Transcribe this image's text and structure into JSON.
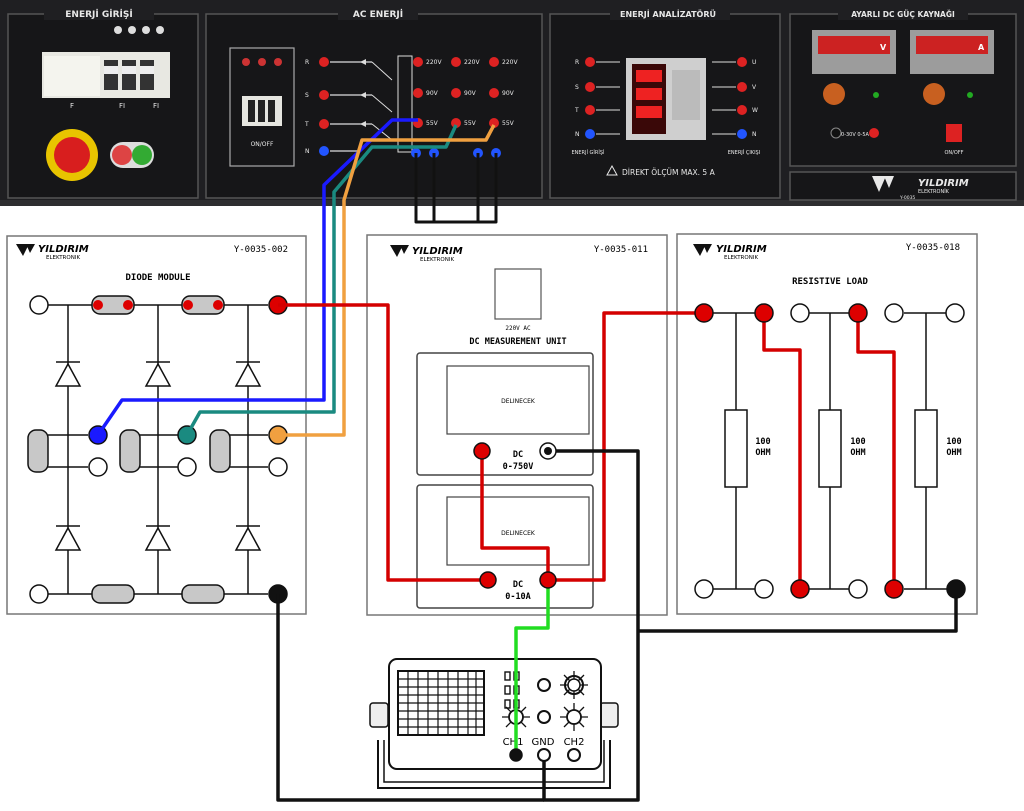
{
  "top_panel": {
    "energy_input": {
      "title": "ENERJİ GİRİŞİ",
      "labels": [
        "F",
        "FI",
        "FI"
      ]
    },
    "ac_energy": {
      "title": "AC ENERJİ",
      "switch_label": "ON/OFF",
      "phases": [
        "R",
        "S",
        "T",
        "N"
      ],
      "voltages": [
        [
          "220V",
          "220V",
          "220V"
        ],
        [
          "90V",
          "90V",
          "90V"
        ],
        [
          "55V",
          "55V",
          "55V"
        ]
      ]
    },
    "analyzer": {
      "title": "ENERJİ ANALİZATÖRÜ",
      "left_labels": [
        "R",
        "S",
        "T",
        "N"
      ],
      "right_labels": [
        "U",
        "V",
        "W",
        "N"
      ],
      "left_caption": "ENERJİ GİRİŞİ",
      "right_caption": "ENERJİ ÇIKIŞI",
      "warning": "DİREKT ÖLÇÜM MAX. 5 A"
    },
    "dc_supply": {
      "title": "AYARLI DC GÜÇ KAYNAĞI",
      "meter_v": "V",
      "meter_a": "A",
      "range": "0-30V 0-5A",
      "switch_label": "ON/OFF",
      "brand": "YILDIRIM",
      "brand_sub": "ELEKTRONİK",
      "model": "Y-0035"
    }
  },
  "modules": {
    "diode": {
      "brand": "YILDIRIM",
      "brand_sub": "ELEKTRONIK",
      "code": "Y-0035-002",
      "title": "DIODE MODULE"
    },
    "dc_meter": {
      "brand": "YILDIRIM",
      "brand_sub": "ELEKTRONIK",
      "code": "Y-0035-011",
      "supply_label": "220V AC",
      "title": "DC MEASUREMENT UNIT",
      "display1": "DELINECEK",
      "display2": "DELINECEK",
      "meter1_label": "DC",
      "meter1_range": "0-750V",
      "meter2_label": "DC",
      "meter2_range": "0-10A"
    },
    "load": {
      "brand": "YILDIRIM",
      "brand_sub": "ELEKTRONIK",
      "code": "Y-0035-018",
      "title": "RESISTIVE LOAD",
      "resistors": [
        {
          "value": "100",
          "unit": "OHM"
        },
        {
          "value": "100",
          "unit": "OHM"
        },
        {
          "value": "100",
          "unit": "OHM"
        }
      ]
    }
  },
  "oscilloscope": {
    "ch1": "CH1",
    "gnd": "GND",
    "ch2": "CH2"
  },
  "colors": {
    "panel": "#1f1f22",
    "panel_text": "#e8e8e8",
    "wire_red": "#d40000",
    "wire_blue": "#1a1aff",
    "wire_teal": "#1a8a80",
    "wire_orange": "#f0a040",
    "wire_black": "#111111",
    "wire_green": "#22dd22",
    "module_border": "#777777"
  }
}
